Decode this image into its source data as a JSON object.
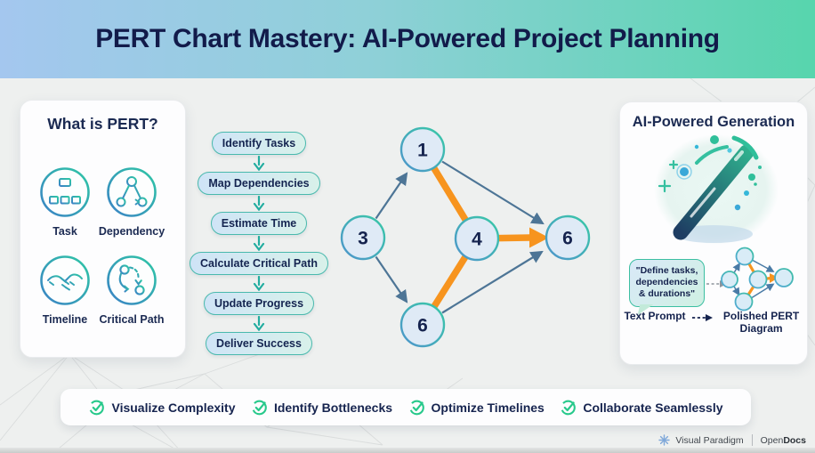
{
  "header": {
    "title": "PERT Chart Mastery: AI-Powered Project Planning"
  },
  "what_is_pert": {
    "title": "What is PERT?",
    "items": [
      {
        "label": "Task",
        "icon": "org-chart-icon"
      },
      {
        "label": "Dependency",
        "icon": "node-triangle-icon"
      },
      {
        "label": "Timeline",
        "icon": "handshake-icon"
      },
      {
        "label": "Critical Path",
        "icon": "curved-route-icon"
      }
    ]
  },
  "process_flow": {
    "steps": [
      "Identify Tasks",
      "Map Dependencies",
      "Estimate Time",
      "Calculate Critical Path",
      "Update Progress",
      "Deliver Success"
    ]
  },
  "chart_data": {
    "type": "network",
    "title": "PERT network diagram",
    "nodes": [
      {
        "id": "n1",
        "label": "1",
        "position": "top"
      },
      {
        "id": "n3",
        "label": "3",
        "position": "left"
      },
      {
        "id": "n4",
        "label": "4",
        "position": "center"
      },
      {
        "id": "n6r",
        "label": "6",
        "position": "right"
      },
      {
        "id": "n6b",
        "label": "6",
        "position": "bottom"
      }
    ],
    "edges": [
      {
        "from": "n3",
        "to": "n1",
        "style": "normal"
      },
      {
        "from": "n3",
        "to": "n6b",
        "style": "normal"
      },
      {
        "from": "n1",
        "to": "n4",
        "style": "critical"
      },
      {
        "from": "n6b",
        "to": "n4",
        "style": "critical"
      },
      {
        "from": "n4",
        "to": "n6r",
        "style": "critical"
      },
      {
        "from": "n1",
        "to": "n6r",
        "style": "normal"
      },
      {
        "from": "n6b",
        "to": "n6r",
        "style": "normal"
      }
    ]
  },
  "ai_generation": {
    "title": "AI-Powered Generation",
    "illustration": "magic-wand-icon",
    "prompt_quote": "\"Define tasks, dependencies & durations\"",
    "prompt_label": "Text Prompt",
    "result_label": "Polished PERT Diagram"
  },
  "benefits": [
    "Visualize Complexity",
    "Identify Bottlenecks",
    "Optimize Timelines",
    "Collaborate Seamlessly"
  ],
  "footer": {
    "brand": "Visual Paradigm",
    "logo": "visual-paradigm-logo",
    "product_open": "Open",
    "product_docs": "Docs"
  },
  "colors": {
    "header_gradient": [
      "#a4c7ef",
      "#8fd0d8",
      "#57d5ad"
    ],
    "navy": "#15234e",
    "teal": "#23ada0",
    "critical_orange": "#f7941e",
    "edge_blue": "#4d7596",
    "check_green": "#27c98b",
    "node_fill": "#dfeaf6"
  }
}
